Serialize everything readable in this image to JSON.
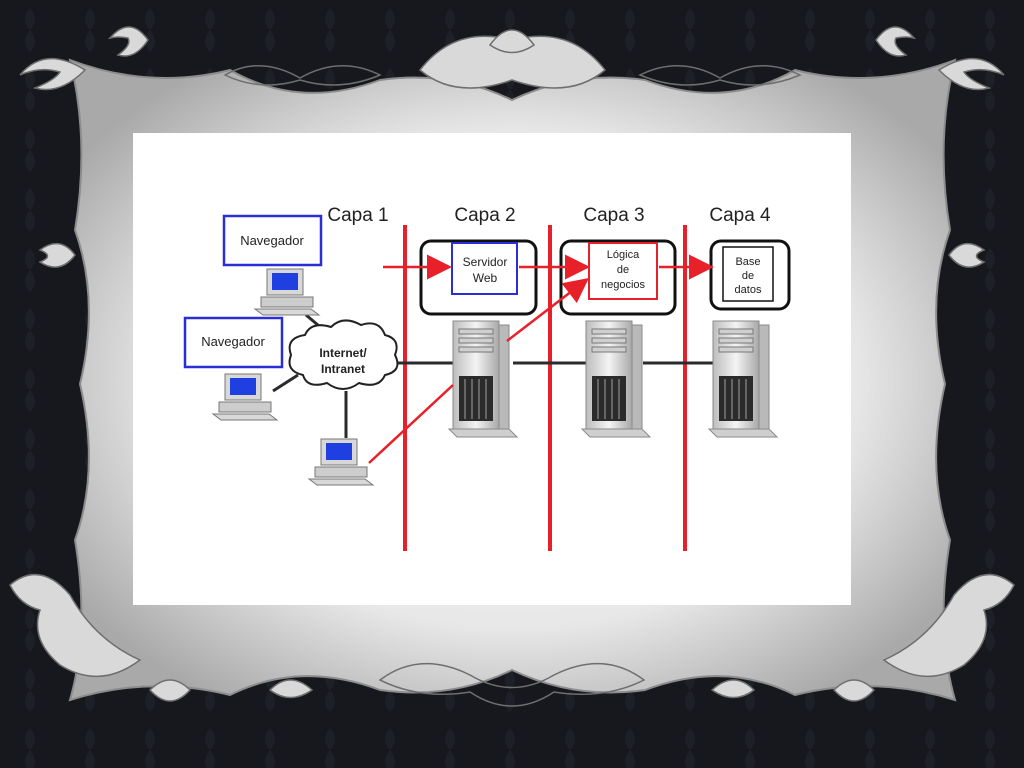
{
  "diagram": {
    "layers": [
      {
        "label": "Capa 1"
      },
      {
        "label": "Capa 2"
      },
      {
        "label": "Capa 3"
      },
      {
        "label": "Capa 4"
      }
    ],
    "clients": [
      {
        "label": "Navegador"
      },
      {
        "label": "Navegador"
      }
    ],
    "cloud": {
      "line1": "Internet/",
      "line2": "Intranet"
    },
    "services": [
      {
        "lines": [
          "Servidor",
          "Web"
        ]
      },
      {
        "lines": [
          "Lógica",
          "de",
          "negocios"
        ]
      },
      {
        "lines": [
          "Base",
          "de",
          "datos"
        ]
      }
    ]
  },
  "colors": {
    "accent_red": "#e8202a",
    "box_blue": "#2a2ed6",
    "screen_blue": "#1f3fe0",
    "frame_silver": "#e6e6e6",
    "background": "#15171c"
  }
}
